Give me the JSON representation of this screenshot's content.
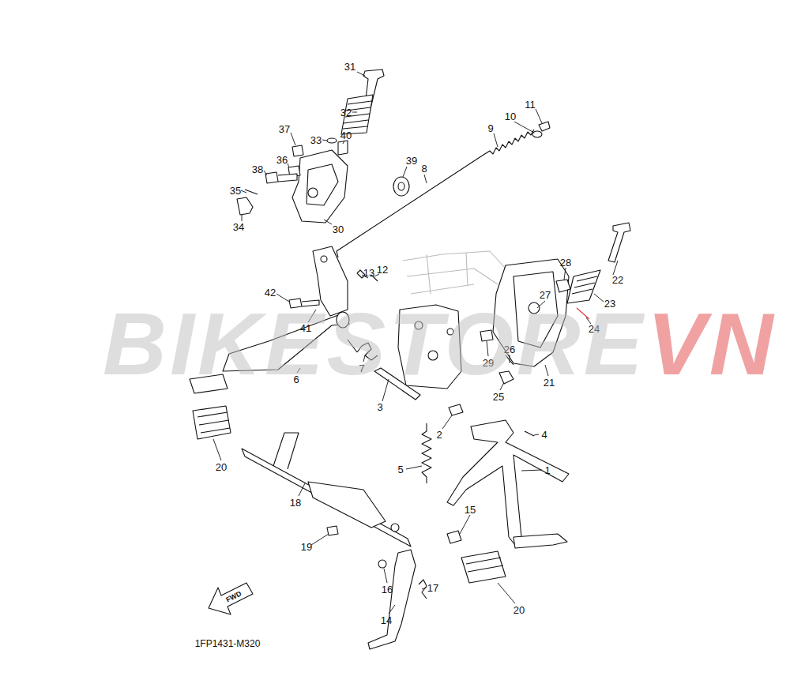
{
  "diagram": {
    "labels": [
      "31",
      "32",
      "33",
      "40",
      "37",
      "36",
      "38",
      "35",
      "34",
      "30",
      "39",
      "8",
      "9",
      "10",
      "11",
      "13",
      "12",
      "42",
      "41",
      "6",
      "7",
      "3",
      "28",
      "27",
      "22",
      "23",
      "24",
      "29",
      "26",
      "25",
      "21",
      "2",
      "4",
      "5",
      "1",
      "20",
      "18",
      "15",
      "19",
      "16",
      "17",
      "20",
      "14",
      "FWD",
      "1FP1431-M320",
      "BIKESTORE",
      "VN"
    ]
  }
}
